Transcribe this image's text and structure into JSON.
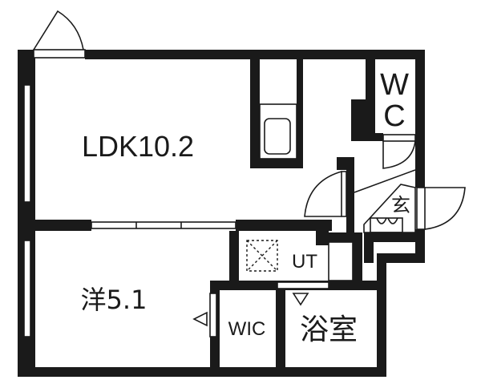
{
  "rooms": {
    "ldk": "LDK10.2",
    "western": "洋5.1",
    "wic": "WIC",
    "bath": "浴室",
    "ut": "UT",
    "wc_top": "W",
    "wc_bottom": "C",
    "entrance": "玄"
  },
  "colors": {
    "wall": "#1a1a1a",
    "background": "#ffffff"
  }
}
